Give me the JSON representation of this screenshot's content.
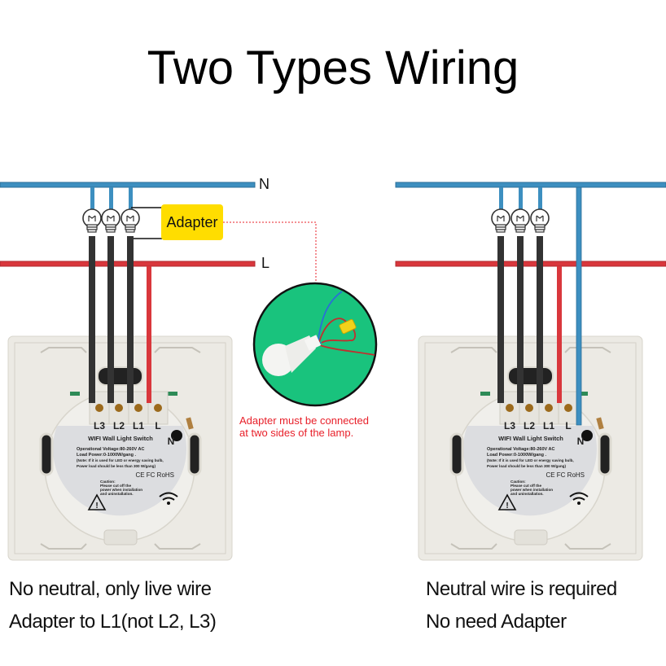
{
  "title": "Two Types Wiring",
  "left_diagram": {
    "neutral_label": "N",
    "live_label": "L",
    "adapter_label": "Adapter",
    "captions": [
      "No neutral, only live wire",
      "Adapter to L1(not L2, L3)"
    ],
    "switch": {
      "terminals": [
        "L3",
        "L2",
        "L1",
        "L"
      ],
      "neutral_terminal": "N",
      "product_name": "WIFI Wall Light Switch",
      "spec_lines": [
        "Operational Voltage:80-260V AC",
        "Load Power:0-1000W/gang .",
        "(Note: If it is used for LED or energy saving bulb,",
        "Power load should be less than 300 W/gang)"
      ],
      "certifications": "CE FC RoHS",
      "caution_lines": [
        "Caution:",
        "Please cut off the",
        "power when installation",
        "and uninstallation."
      ]
    }
  },
  "center_callout": {
    "note_lines": [
      "Adapter must be connected",
      "at two sides of the lamp."
    ]
  },
  "right_diagram": {
    "captions": [
      "Neutral wire is required",
      "No need Adapter"
    ],
    "switch": {
      "terminals": [
        "L3",
        "L2",
        "L1",
        "L"
      ],
      "neutral_terminal": "N",
      "product_name": "WIFI Wall Light Switch",
      "spec_lines": [
        "Operational Voltage:80-260V AC",
        "Load Power:0-1000W/gang .",
        "(Note: If it is used for LED or energy saving bulb,",
        "Power load should be less than 300 W/gang)"
      ],
      "certifications": "CE FC RoHS",
      "caution_lines": [
        "Caution:",
        "Please cut off the",
        "power when installation",
        "and uninstallation."
      ]
    }
  },
  "colors": {
    "neutral_wire": "#3d8fc0",
    "live_wire": "#d9373c",
    "load_wire": "#333333",
    "adapter_box": "#ffdd00",
    "note_text": "#e8202a",
    "callout_bg": "#19c37d"
  }
}
